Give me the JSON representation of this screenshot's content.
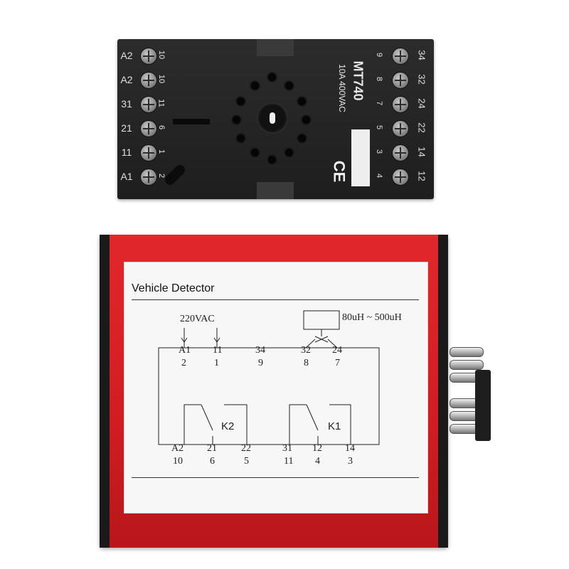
{
  "socket": {
    "model": "MT740",
    "rating": "10A 400VAC",
    "ce_mark": "CE",
    "left_terminals": [
      "A2",
      "A2",
      "31",
      "21",
      "11",
      "A1"
    ],
    "left_inner_numbers": [
      "10",
      "10",
      "11",
      "6",
      "1",
      "2"
    ],
    "right_terminals": [
      "34",
      "32",
      "24",
      "22",
      "14",
      "12"
    ],
    "right_inner_numbers": [
      "9",
      "8",
      "7",
      "5",
      "3",
      "4"
    ]
  },
  "relay": {
    "title": "Vehicle Detector",
    "supply": "220VAC",
    "loop_range": "80uH ~ 500uH",
    "top_terminals": [
      {
        "name": "A1",
        "pin": "2"
      },
      {
        "name": "11",
        "pin": "1"
      },
      {
        "name": "34",
        "pin": "9"
      },
      {
        "name": "32",
        "pin": "8"
      },
      {
        "name": "24",
        "pin": "7"
      }
    ],
    "relay_labels": [
      "K2",
      "K1"
    ],
    "bottom_terminals": [
      {
        "name": "A2",
        "pin": "10"
      },
      {
        "name": "21",
        "pin": "6"
      },
      {
        "name": "22",
        "pin": "5"
      },
      {
        "name": "31",
        "pin": "11"
      },
      {
        "name": "12",
        "pin": "4"
      },
      {
        "name": "14",
        "pin": "3"
      }
    ]
  },
  "colors": {
    "housing": "#d01d22",
    "socket": "#1e1e1e",
    "label": "#f7f7f7"
  }
}
